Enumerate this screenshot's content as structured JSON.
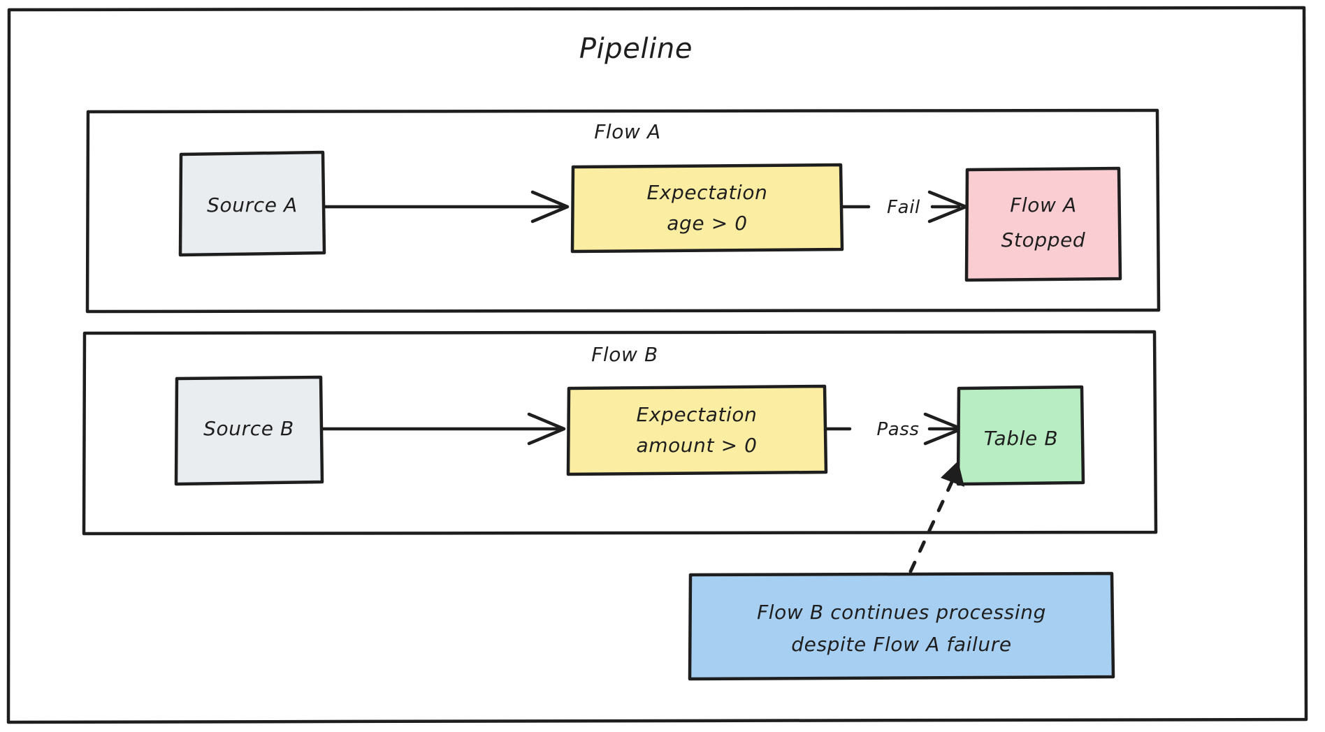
{
  "diagram": {
    "title": "Pipeline",
    "groups": [
      {
        "id": "flow-a",
        "label": "Flow A"
      },
      {
        "id": "flow-b",
        "label": "Flow B"
      }
    ],
    "nodes": [
      {
        "id": "source-a",
        "label": "Source A",
        "fill": "#e9edf0",
        "stroke": "#1e1e1e"
      },
      {
        "id": "expectation-a",
        "line1": "Expectation",
        "line2": "age > 0",
        "fill": "#fbeda1",
        "stroke": "#1e1e1e"
      },
      {
        "id": "flow-a-stopped",
        "line1": "Flow A",
        "line2": "Stopped",
        "fill": "#f9cdd2",
        "stroke": "#1e1e1e"
      },
      {
        "id": "source-b",
        "label": "Source B",
        "fill": "#e9edf0",
        "stroke": "#1e1e1e"
      },
      {
        "id": "expectation-b",
        "line1": "Expectation",
        "line2": "amount > 0",
        "fill": "#fbeda1",
        "stroke": "#1e1e1e"
      },
      {
        "id": "table-b",
        "label": "Table B",
        "fill": "#b8ecc2",
        "stroke": "#1e1e1e"
      },
      {
        "id": "note",
        "line1": "Flow B continues processing",
        "line2": "despite Flow A failure",
        "fill": "#a7cff2",
        "stroke": "#1e1e1e"
      }
    ],
    "edges": [
      {
        "id": "source-a-to-expectation-a",
        "label": "",
        "style": "solid"
      },
      {
        "id": "expectation-a-to-stopped",
        "label": "Fail",
        "style": "solid"
      },
      {
        "id": "source-b-to-expectation-b",
        "label": "",
        "style": "solid"
      },
      {
        "id": "expectation-b-to-table-b",
        "label": "Pass",
        "style": "solid"
      },
      {
        "id": "note-to-table-b",
        "label": "",
        "style": "dashed"
      }
    ],
    "colors": {
      "ink": "#1e1e1e",
      "background": "#ffffff",
      "grey": "#e9edf0",
      "yellow": "#fbeda1",
      "pink": "#f9cdd2",
      "green": "#b8ecc2",
      "blue": "#a7cff2"
    }
  }
}
